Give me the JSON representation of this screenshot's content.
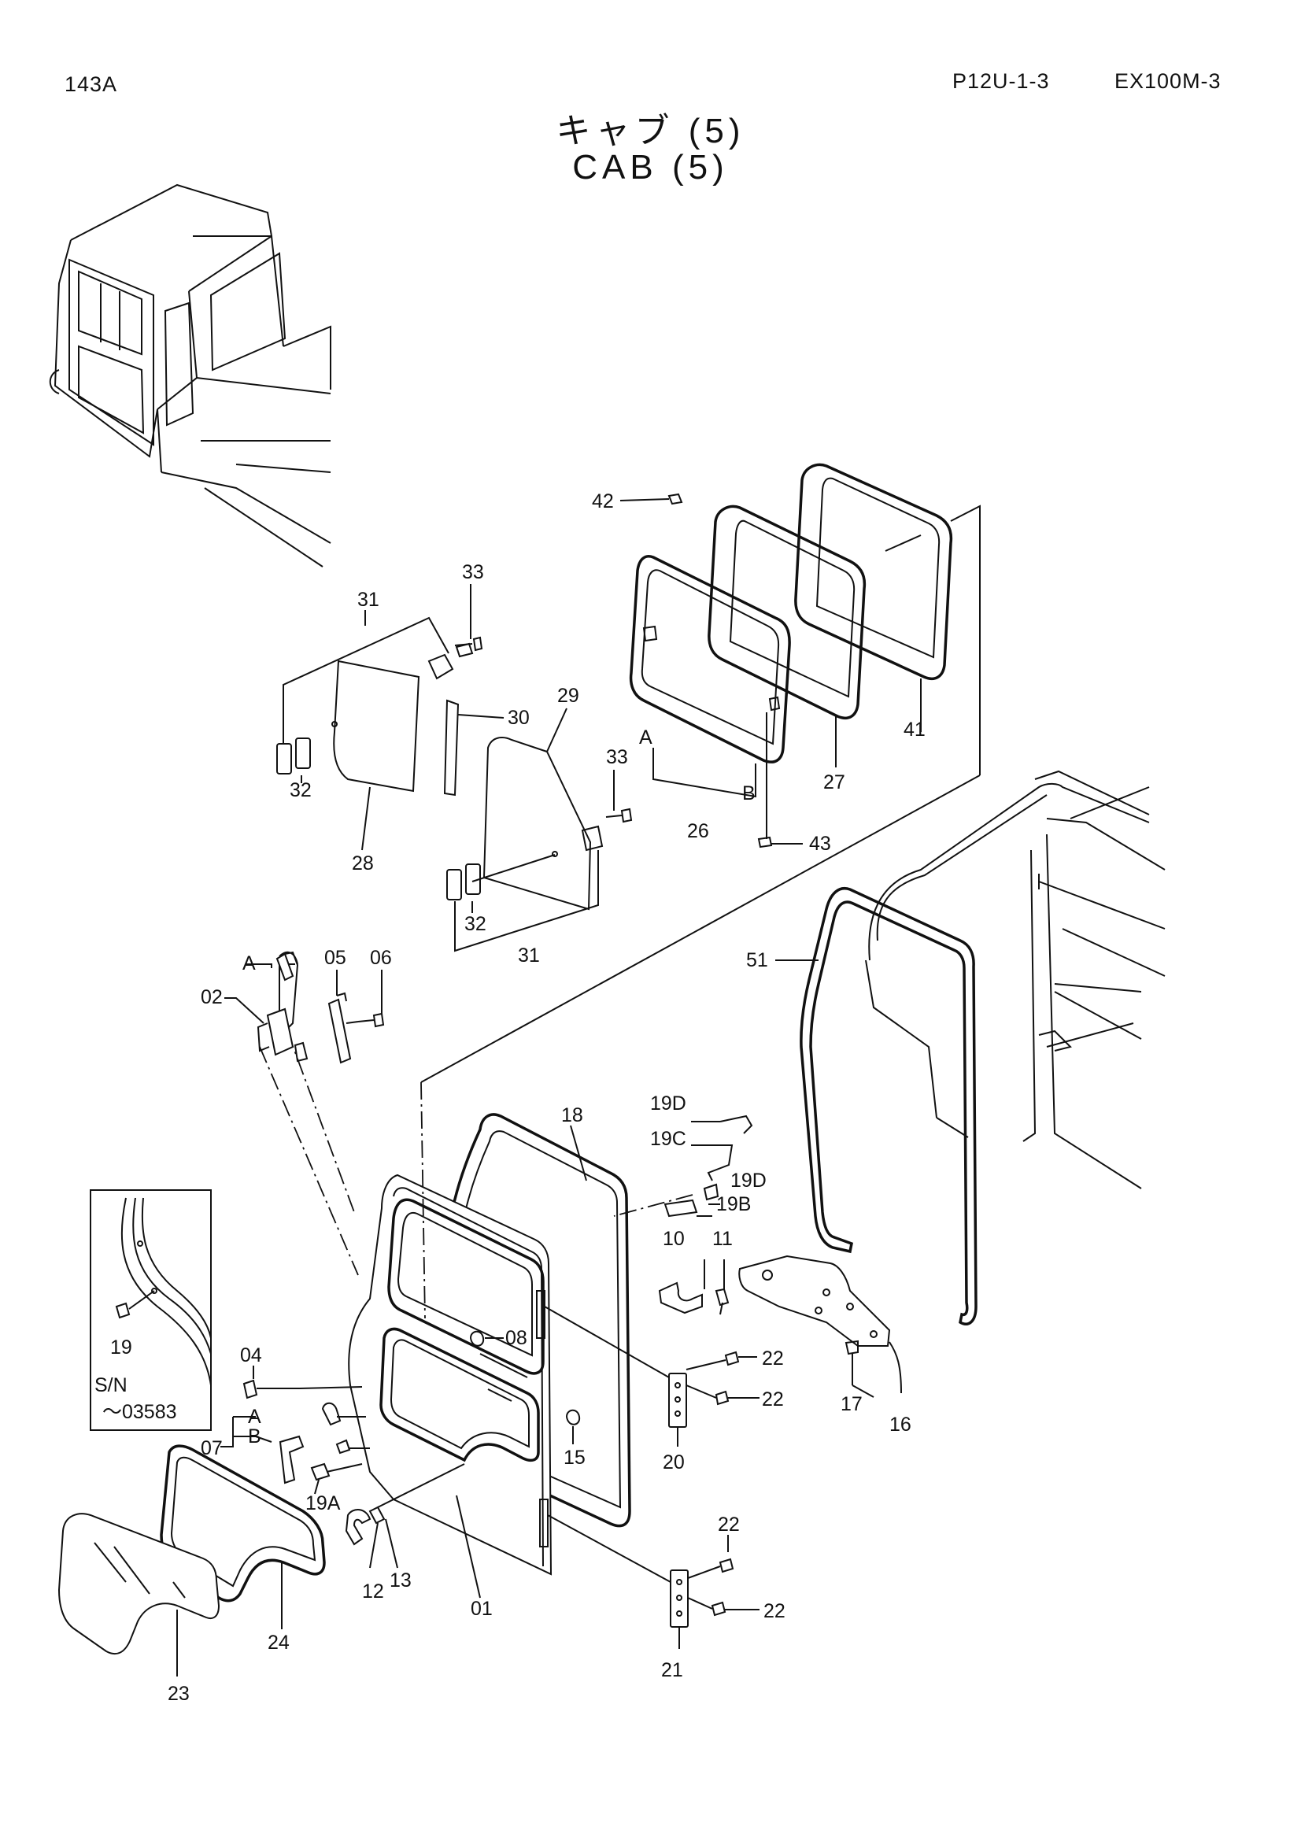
{
  "header": {
    "page_code": "143A",
    "section_code": "P12U-1-3",
    "model": "EX100M-3"
  },
  "title": {
    "japanese": "キャブ (5)",
    "english": "CAB (5)"
  },
  "inset": {
    "part_label": "19",
    "serial_label": "S/N",
    "serial_range": "～03583"
  },
  "callouts": {
    "p42": "42",
    "p33a": "33",
    "p31a": "31",
    "p30": "30",
    "p29": "29",
    "p33b": "33",
    "pA_top": "A",
    "pB_top": "B",
    "p26": "26",
    "p27": "27",
    "p41": "41",
    "p43": "43",
    "p32a": "32",
    "p28": "28",
    "p32b": "32",
    "p31b": "31",
    "pA_mid": "A",
    "p02": "02",
    "p05": "05",
    "p06": "06",
    "p51": "51",
    "p18": "18",
    "p19D_a": "19D",
    "p19C": "19C",
    "p19D_b": "19D",
    "p19B": "19B",
    "p10": "10",
    "p11": "11",
    "p04": "04",
    "p08": "08",
    "p22a": "22",
    "p22b": "22",
    "p17": "17",
    "p16": "16",
    "pA_low": "A",
    "pB_low": "B",
    "p07": "07",
    "p20": "20",
    "p15": "15",
    "p19A": "19A",
    "p22c": "22",
    "p22d": "22",
    "p12": "12",
    "p13": "13",
    "p01": "01",
    "p24": "24",
    "p21": "21",
    "p23": "23"
  }
}
